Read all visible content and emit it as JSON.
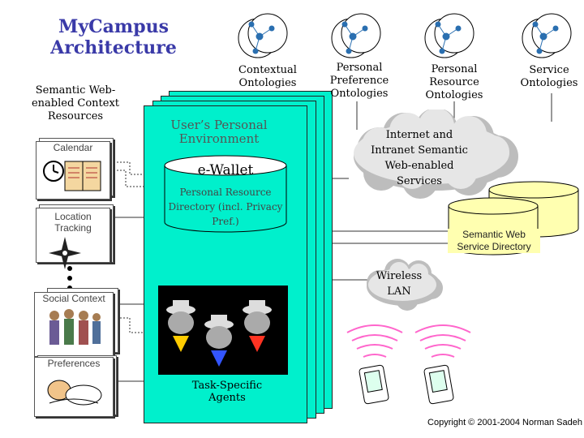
{
  "title_line1": "MyCampus",
  "title_line2": "Architecture",
  "semantic_resources": "Semantic Web-enabled Context Resources",
  "calendar": "Calendar",
  "location_tracking": "Location Tracking",
  "social_context": "Social Context",
  "preferences": "Preferences",
  "contextual_ontologies": "Contextual Ontologies",
  "personal_pref_ontologies": "Personal Preference Ontologies",
  "personal_res_ontologies": "Personal Resource Ontologies",
  "service_ontologies": "Service Ontologies",
  "user_env": "User’s Personal Environment",
  "ewallet": "e-Wallet",
  "resource_directory": "Personal Resource Directory (incl. Privacy Pref.)",
  "task_agents": "Task-Specific Agents",
  "internet_services": "Internet and Intranet Semantic Web-enabled Services",
  "semantic_directory": "Semantic Web Service Directory",
  "wireless_lan": "Wireless LAN",
  "copyright": "Copyright © 2001-2004 Norman Sadeh",
  "colors": {
    "title": "#3a3aa8",
    "panel": "#00f0cc",
    "cylinder": "#ffffb0",
    "cloud": "#bdbdbd"
  }
}
